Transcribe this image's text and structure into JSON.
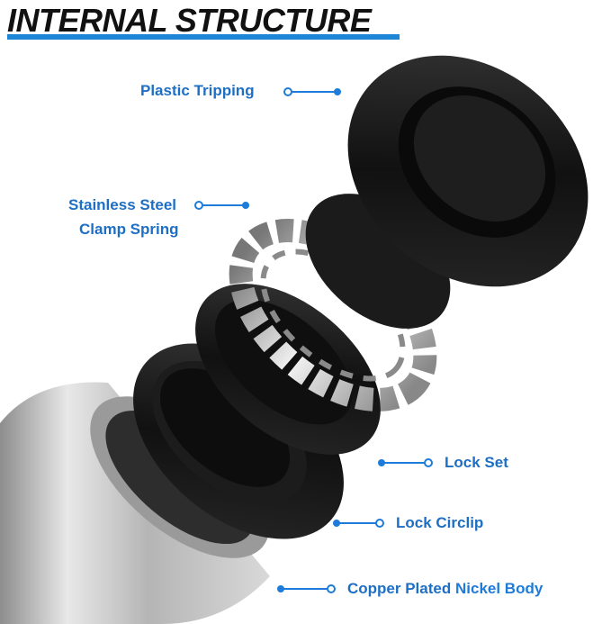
{
  "title": "INTERNAL STRUCTURE",
  "colors": {
    "accent": "#1d86d6",
    "text_blue": "#1e6fc4",
    "parts_black": "#1a1a1a",
    "steel": "#c9c9c9"
  },
  "callouts": {
    "plastic_tripping": "Plastic Tripping",
    "clamp_spring_line1": "Stainless Steel",
    "clamp_spring_line2": "Clamp Spring",
    "lock_set": "Lock Set",
    "lock_circlip": "Lock Circlip",
    "body_part1": "Copper Plated",
    "body_part2": "Nickel Body"
  }
}
